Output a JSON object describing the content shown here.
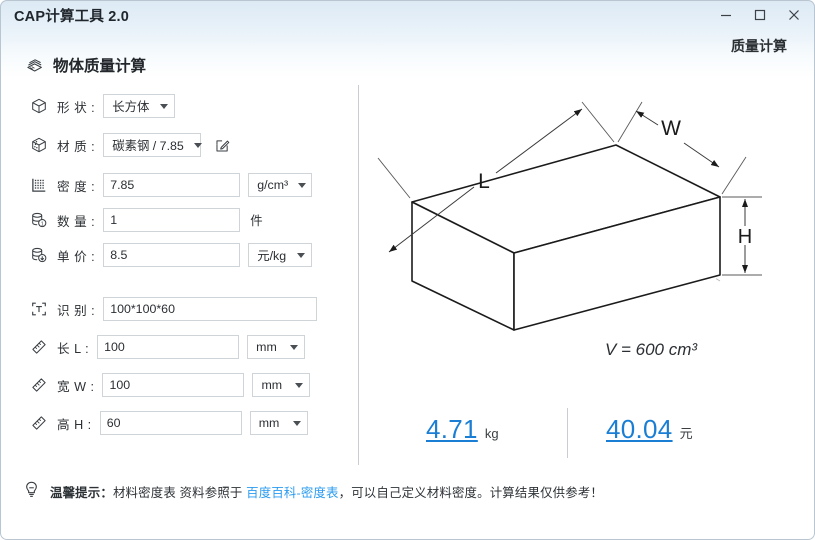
{
  "window": {
    "title": "CAP计算工具 2.0",
    "minimize_label": "最小化",
    "maximize_label": "最大化",
    "close_label": "关闭"
  },
  "header": {
    "section_title": "物体质量计算",
    "mode_label": "质量计算"
  },
  "form": {
    "shape": {
      "label": "形 状 :",
      "value": "长方体",
      "icon": "cube-icon"
    },
    "material": {
      "label": "材 质 :",
      "value": "碳素钢 / 7.85",
      "icon": "material-cube-icon",
      "edit_icon": "edit-pencil-icon"
    },
    "density": {
      "label": "密 度 :",
      "value": "7.85",
      "unit": "g/cm³",
      "icon": "density-grid-icon"
    },
    "quantity": {
      "label": "数 量 :",
      "value": "1",
      "unit": "件",
      "icon": "stack-one-icon"
    },
    "unitprice": {
      "label": "单 价 :",
      "value": "8.5",
      "unit": "元/kg",
      "icon": "stack-price-icon"
    },
    "recognize": {
      "label": "识 别 :",
      "value": "100*100*60",
      "icon": "text-recognize-icon"
    },
    "length": {
      "label": "长  L :",
      "value": "100",
      "unit": "mm",
      "icon": "ruler-icon"
    },
    "width": {
      "label": "宽 W :",
      "value": "100",
      "unit": "mm",
      "icon": "ruler-icon"
    },
    "height": {
      "label": "高 H :",
      "value": "60",
      "unit": "mm",
      "icon": "ruler-icon"
    }
  },
  "diagram": {
    "label_l": "L",
    "label_w": "W",
    "label_h": "H",
    "volume_text": "V = 600 cm³"
  },
  "results": {
    "mass_value": "4.71",
    "mass_unit": "kg",
    "price_value": "40.04",
    "price_unit": "元"
  },
  "tip": {
    "icon": "lightbulb-icon",
    "prefix": "温馨提示：",
    "text_before": "材料密度表 资料参照于 ",
    "link": "百度百科-密度表",
    "text_after": "，可以自己定义材料密度。计算结果仅供参考！"
  },
  "colors": {
    "accent": "#1a7fd4",
    "link": "#2a9bf0",
    "titlebar_top": "#dce9f4",
    "border": "#cfd4d9"
  }
}
